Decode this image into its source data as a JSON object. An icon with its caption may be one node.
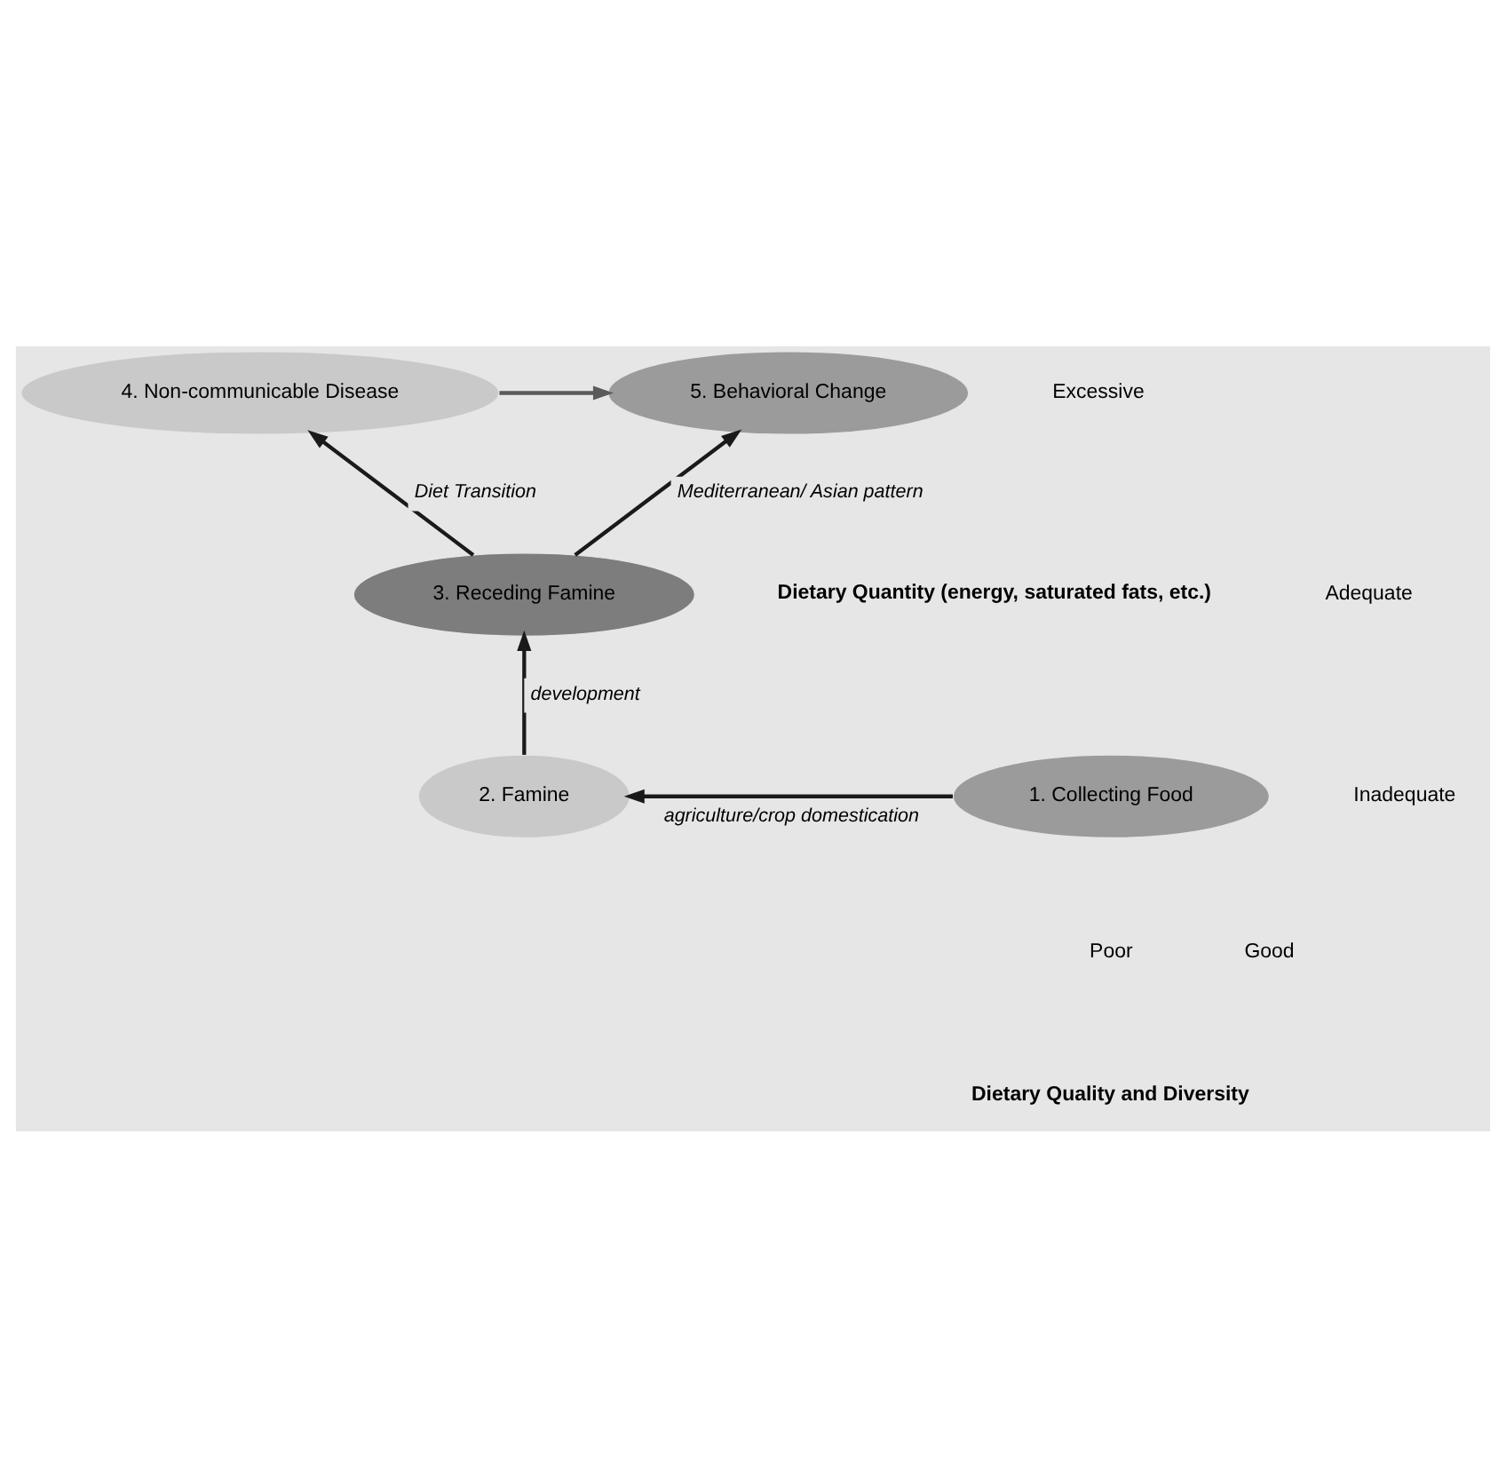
{
  "diagram": {
    "nodes": [
      {
        "text": [
          "4. Non-communicable Disease"
        ]
      },
      {
        "text": [
          "5. Behavioral Change"
        ]
      },
      {
        "text": [
          "3. Receding Famine"
        ]
      },
      {
        "text": [
          "1. Collecting Food"
        ]
      },
      {
        "text": [
          "2. Famine"
        ]
      }
    ],
    "edges": [
      {
        "from": 3,
        "to": 4,
        "arrow": "to",
        "label": "agriculture/crop domestication"
      },
      {
        "from": 4,
        "to": 2,
        "arrow": "to",
        "label": "development"
      },
      {
        "from": 2,
        "to": 0,
        "arrow": "to",
        "label": "Diet Transition"
      },
      {
        "from": 2,
        "to": 1,
        "arrow": "to",
        "label": "Mediterranean/ Asian pattern"
      },
      {
        "from": 0,
        "to": 1,
        "arrow": "to",
        "color": "#5a5a5a"
      }
    ],
    "labels": [
      "Excessive",
      "Dietary Quantity (energy, saturated fats, etc.)",
      "Adequate",
      "Inadequate",
      "Poor",
      "Good",
      "Dietary Quality and Diversity"
    ]
  }
}
